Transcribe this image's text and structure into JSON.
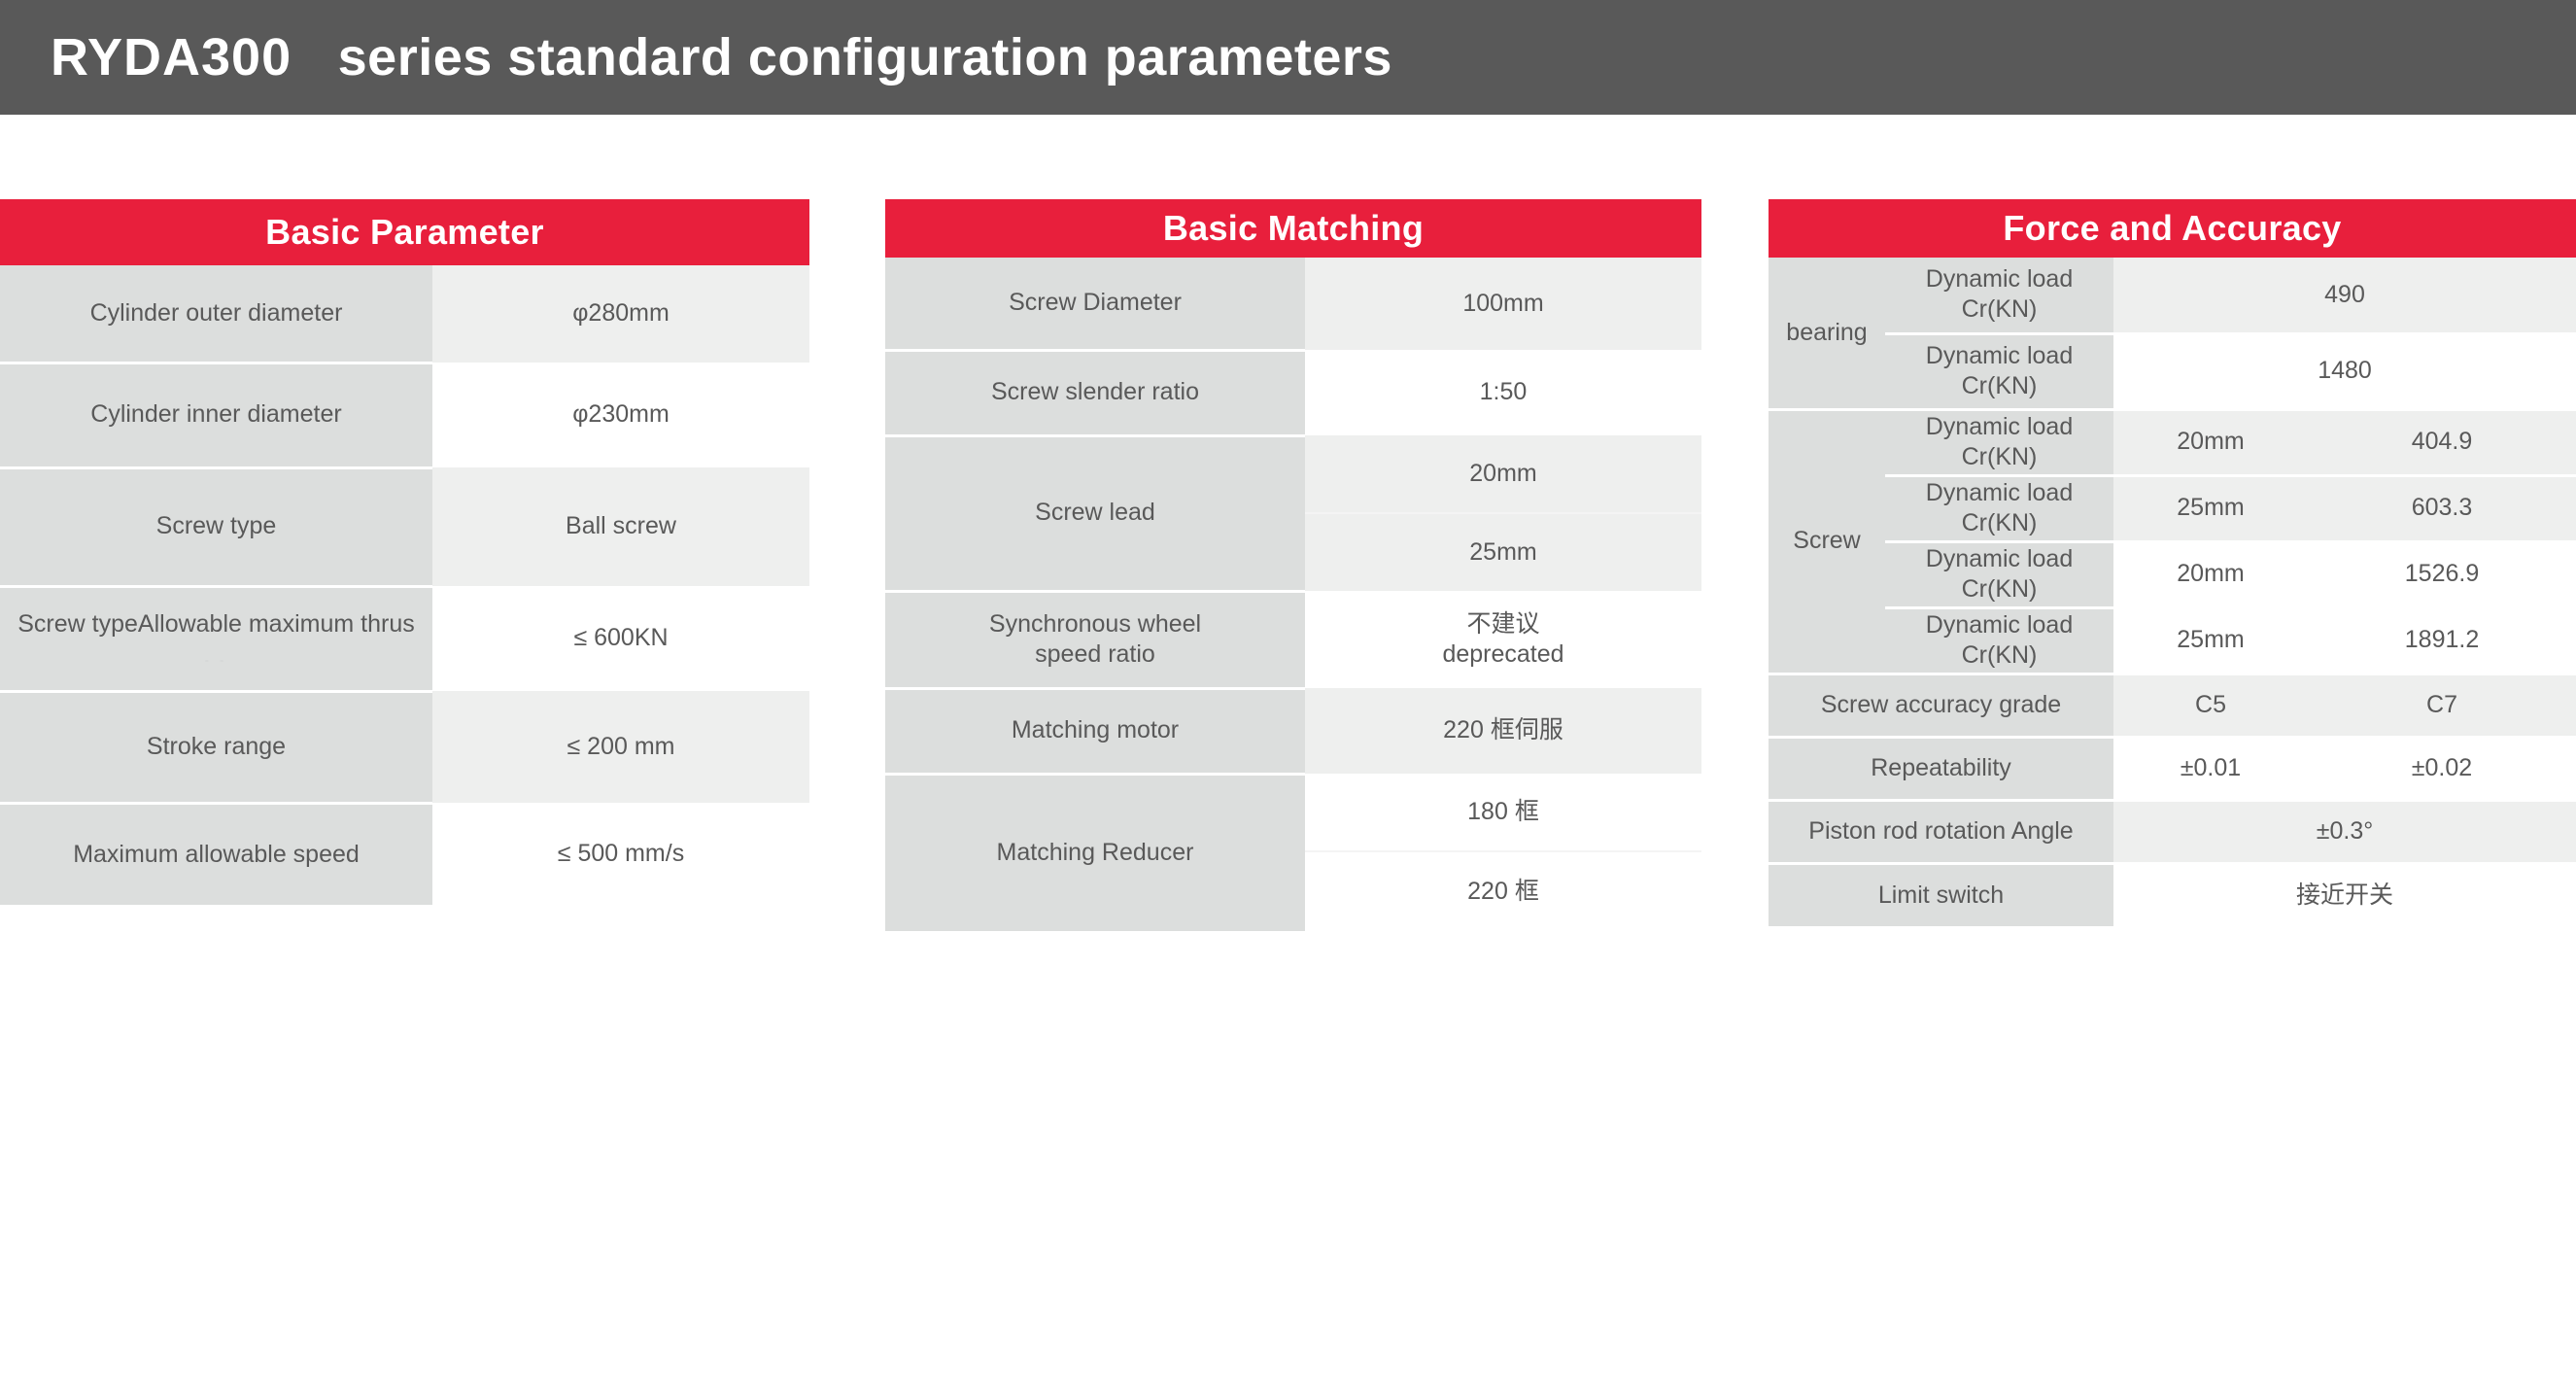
{
  "banner": {
    "model": "RYDA300",
    "title": "series standard configuration parameters",
    "background_color": "#595959",
    "text_color": "#ffffff"
  },
  "theme": {
    "accent_red": "#e81f3c",
    "label_cell": "#dcdedd",
    "value_cell_gray": "#eeefee",
    "value_cell_white": "#ffffff",
    "text_color": "#595959"
  },
  "panels": [
    {
      "id": "basic-parameter",
      "header": "Basic Parameter",
      "rows": [
        {
          "label": "Cylinder outer diameter",
          "value": "φ280mm"
        },
        {
          "label": "Cylinder inner diameter",
          "value": "φ230mm"
        },
        {
          "label": "Screw type",
          "value": "Ball screw"
        },
        {
          "label": "Screw typeAllowable maximum thrus",
          "value": "≤ 600KN"
        },
        {
          "label": "Stroke range",
          "value": "≤ 200 mm"
        },
        {
          "label": "Maximum allowable speed",
          "value": "≤ 500 mm/s"
        }
      ]
    },
    {
      "id": "basic-matching",
      "header": "Basic Matching",
      "rows": [
        {
          "label": "Screw Diameter",
          "values": [
            "100mm"
          ]
        },
        {
          "label": "Screw slender ratio",
          "values": [
            "1:50"
          ]
        },
        {
          "label": "Screw lead",
          "values": [
            "20mm",
            "25mm"
          ]
        },
        {
          "label": "Synchronous wheel speed ratio",
          "values": [
            "不建议\ndeprecated"
          ]
        },
        {
          "label": "Matching motor",
          "values": [
            "220 框伺服"
          ]
        },
        {
          "label": "Matching Reducer",
          "values": [
            "180 框",
            "220 框"
          ]
        }
      ]
    },
    {
      "id": "force-and-accuracy",
      "header": "Force and Accuracy",
      "groups": [
        {
          "name": "bearing",
          "rows": [
            {
              "desc": "Dynamic load Cr(KN)",
              "value": "490"
            },
            {
              "desc": "Dynamic load Cr(KN)",
              "value": "1480"
            }
          ]
        },
        {
          "name": "Screw",
          "rows": [
            {
              "desc": "Dynamic load Cr(KN)",
              "lead": "20mm",
              "value": "404.9"
            },
            {
              "desc": "Dynamic load Cr(KN)",
              "lead": "25mm",
              "value": "603.3"
            },
            {
              "desc": "Dynamic load Cr(KN)",
              "lead": "20mm",
              "value": "1526.9"
            },
            {
              "desc": "Dynamic load Cr(KN)",
              "lead": "25mm",
              "value": "1891.2"
            }
          ]
        }
      ],
      "tail_rows": [
        {
          "label": "Screw accuracy grade",
          "value_a": "C5",
          "value_b": "C7"
        },
        {
          "label": "Repeatability",
          "value_a": "±0.01",
          "value_b": "±0.02"
        },
        {
          "label": "Piston rod rotation Angle",
          "value": "±0.3°"
        },
        {
          "label": "Limit switch",
          "value": "接近开关"
        }
      ]
    }
  ]
}
